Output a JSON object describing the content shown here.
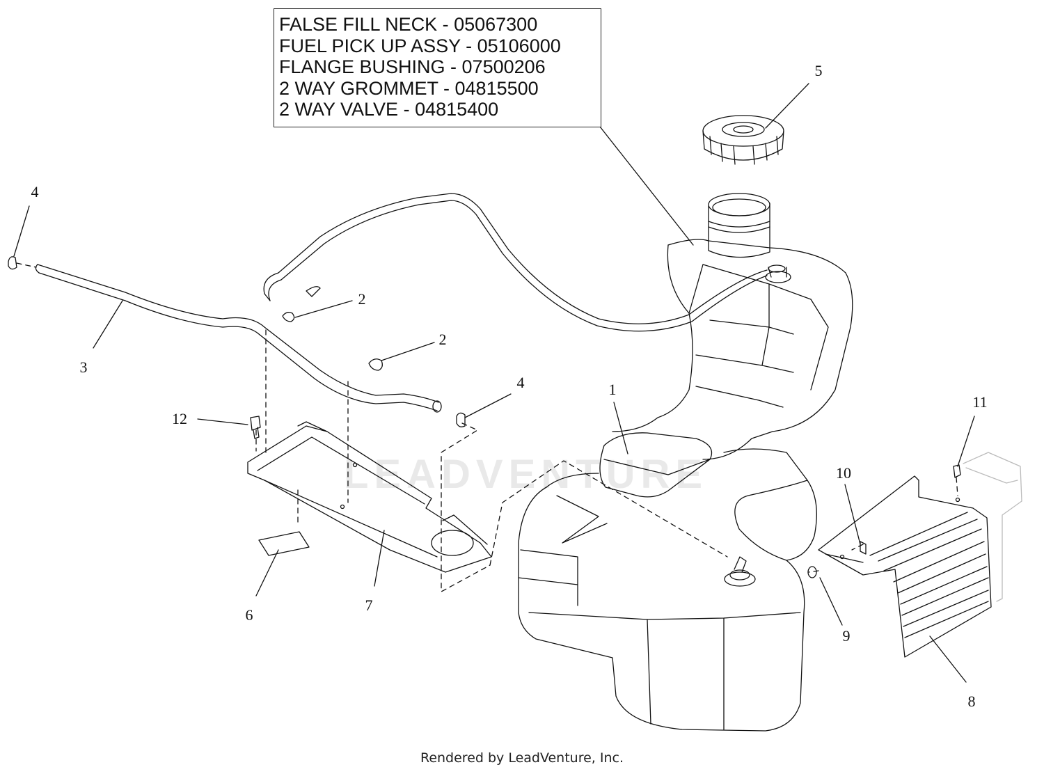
{
  "callout": {
    "lines": [
      "FALSE FILL NECK - 05067300",
      "FUEL PICK UP ASSY - 05106000",
      "FLANGE BUSHING - 07500206",
      "2 WAY GROMMET - 04815500",
      "2 WAY VALVE - 04815400"
    ]
  },
  "part_numbers": {
    "p1": "1",
    "p2a": "2",
    "p2b": "2",
    "p3": "3",
    "p4a": "4",
    "p4b": "4",
    "p5": "5",
    "p6": "6",
    "p7": "7",
    "p8": "8",
    "p9": "9",
    "p10": "10",
    "p11": "11",
    "p12": "12"
  },
  "watermark": {
    "text": "LEADVENTURE"
  },
  "footer": {
    "text": "Rendered by LeadVenture, Inc."
  },
  "colors": {
    "line": "#111111",
    "watermark": "#e9e9e9",
    "background": "#ffffff"
  }
}
